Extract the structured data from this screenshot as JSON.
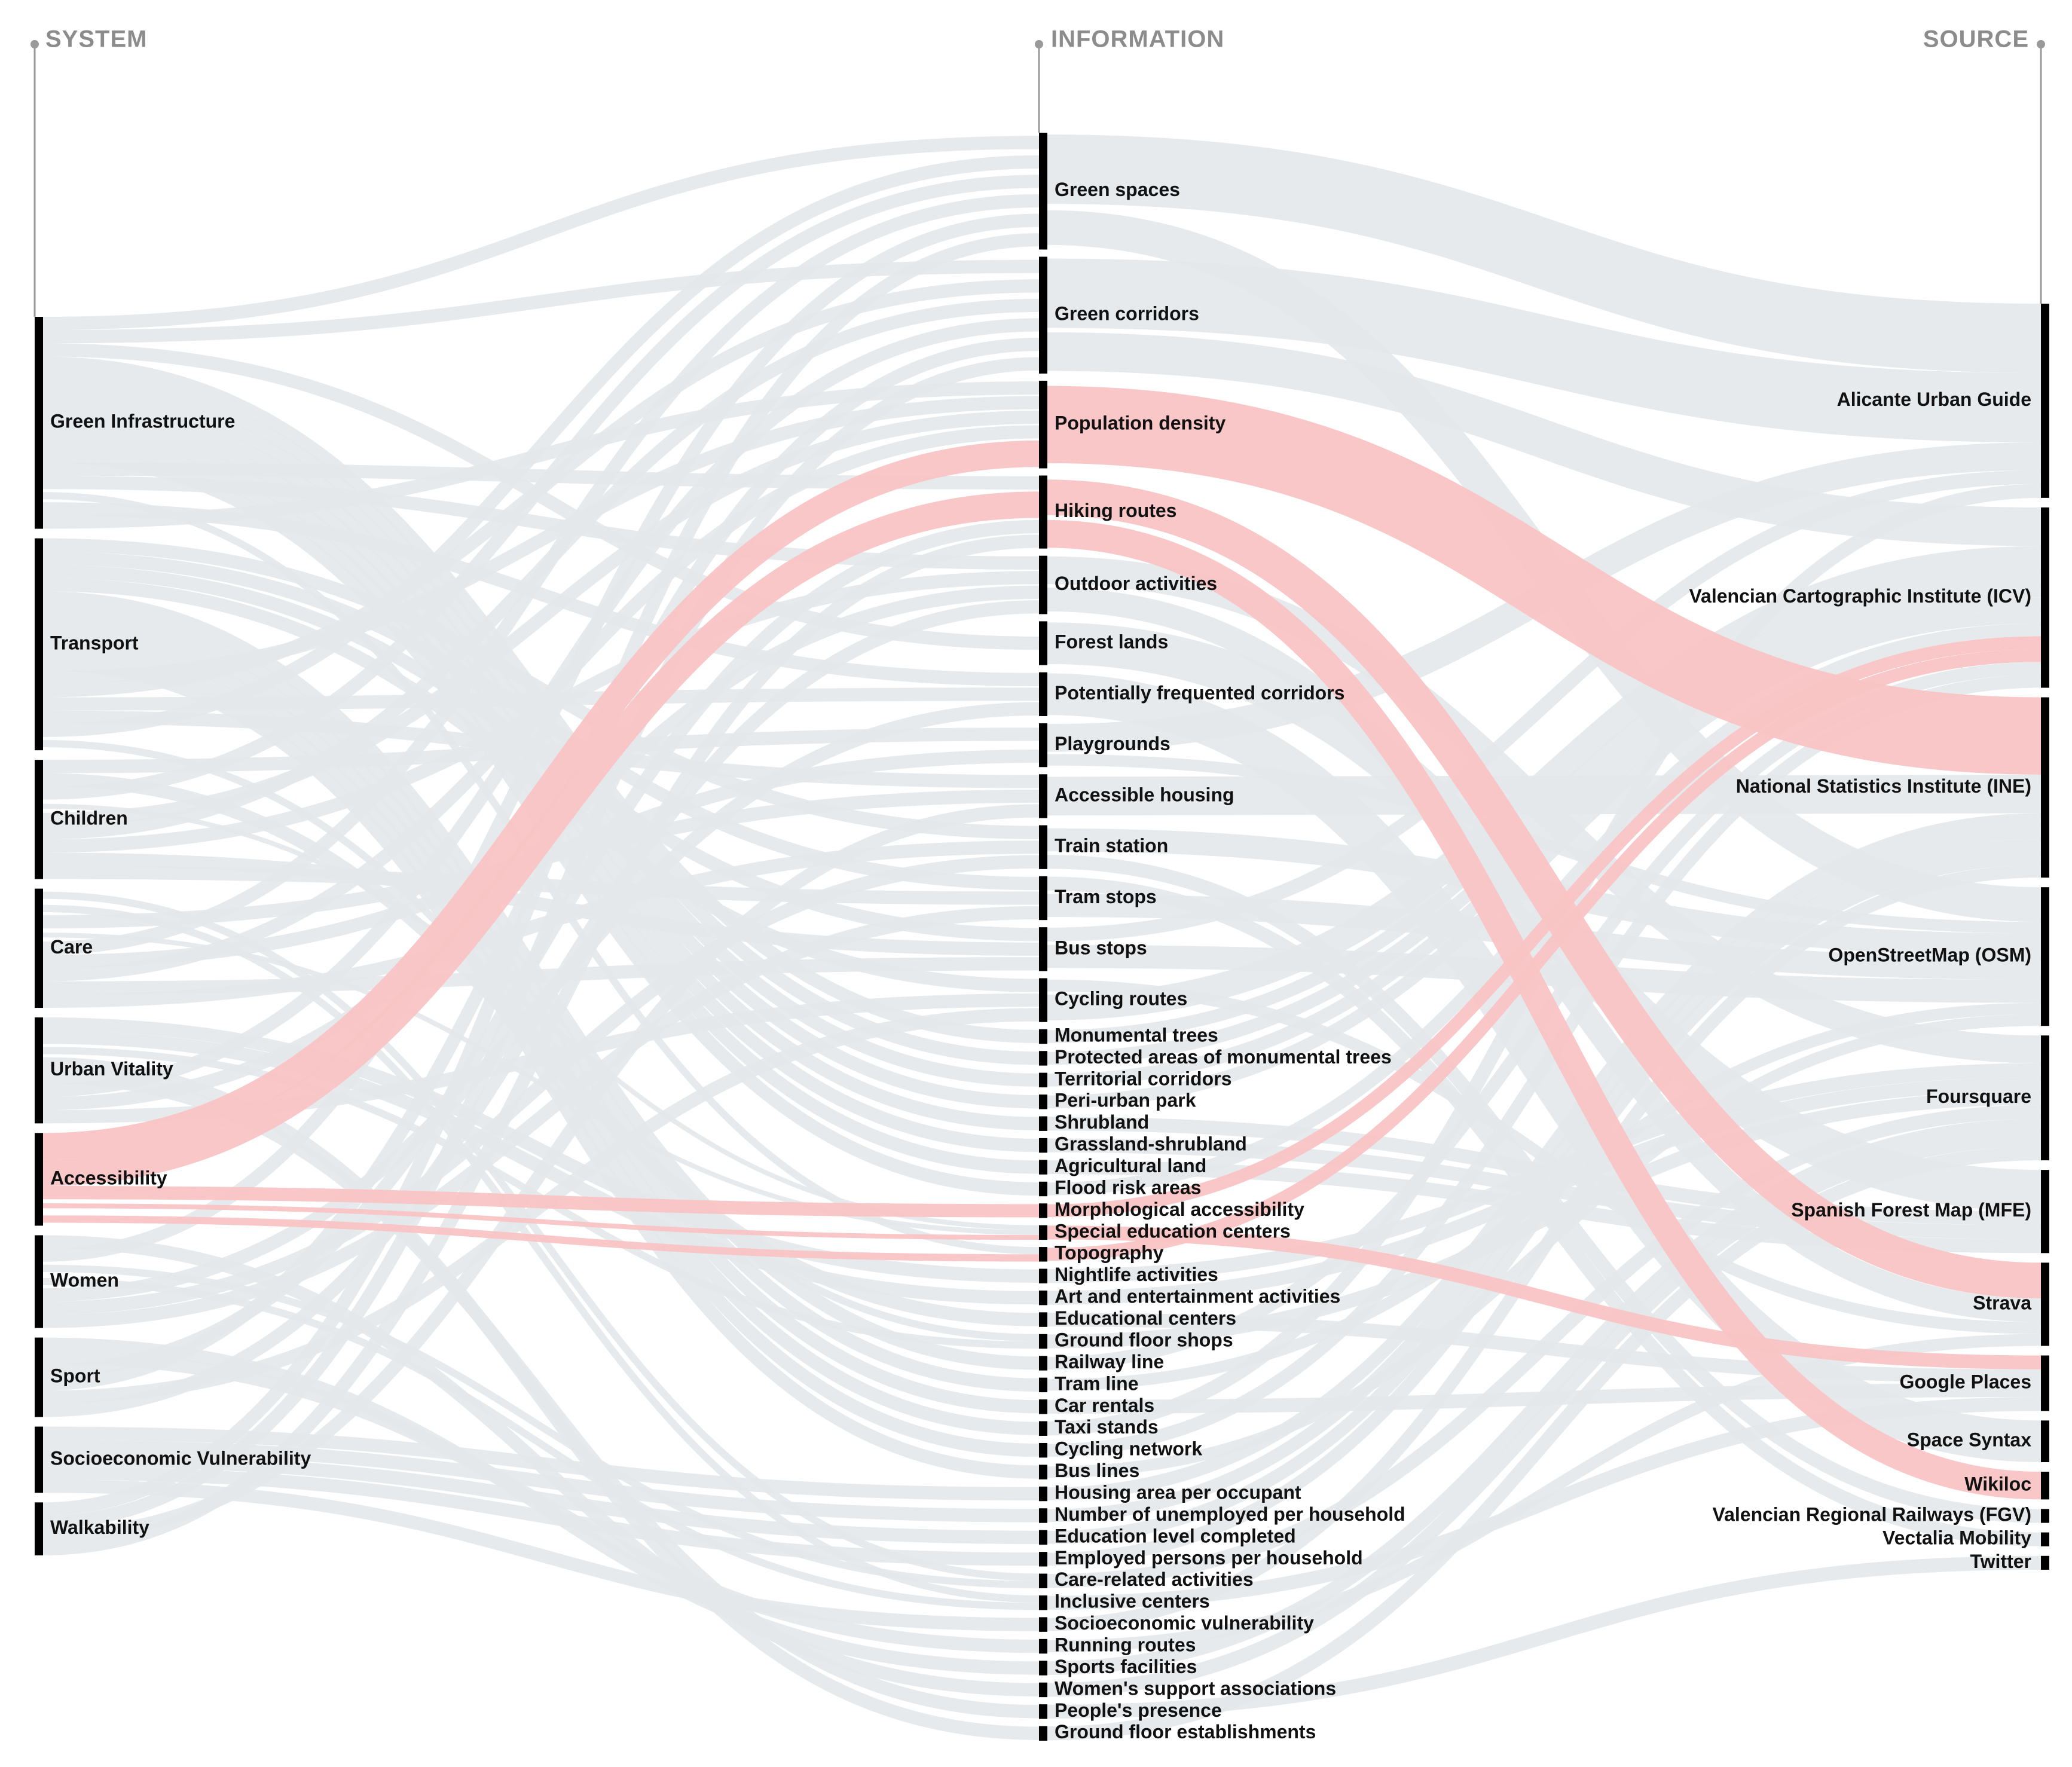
{
  "columns": [
    "SYSTEM",
    "INFORMATION",
    "SOURCE"
  ],
  "colors": {
    "flow_default": "#e3e8ea",
    "flow_highlight": "#f9c4c4",
    "node": "#000000",
    "text": "#111111",
    "header": "#8c8c8c"
  },
  "chart_data": {
    "type": "sankey",
    "highlight_system": "Accessibility",
    "systems": [
      {
        "name": "Green Infrastructure",
        "weight": 16
      },
      {
        "name": "Transport",
        "weight": 16
      },
      {
        "name": "Children",
        "weight": 9
      },
      {
        "name": "Care",
        "weight": 9
      },
      {
        "name": "Urban Vitality",
        "weight": 8
      },
      {
        "name": "Accessibility",
        "weight": 7
      },
      {
        "name": "Women",
        "weight": 7
      },
      {
        "name": "Sport",
        "weight": 6
      },
      {
        "name": "Socioeconomic Vulnerability",
        "weight": 5
      },
      {
        "name": "Walkability",
        "weight": 4
      }
    ],
    "information": [
      {
        "name": "Green spaces",
        "weight": 8
      },
      {
        "name": "Green corridors",
        "weight": 8
      },
      {
        "name": "Population density",
        "weight": 6
      },
      {
        "name": "Hiking routes",
        "weight": 5
      },
      {
        "name": "Outdoor activities",
        "weight": 4
      },
      {
        "name": "Forest lands",
        "weight": 3
      },
      {
        "name": "Potentially frequented corridors",
        "weight": 3
      },
      {
        "name": "Playgrounds",
        "weight": 3
      },
      {
        "name": "Accessible housing",
        "weight": 3
      },
      {
        "name": "Train station",
        "weight": 3
      },
      {
        "name": "Tram stops",
        "weight": 3
      },
      {
        "name": "Bus stops",
        "weight": 3
      },
      {
        "name": "Cycling routes",
        "weight": 3
      },
      {
        "name": "Monumental trees",
        "weight": 1
      },
      {
        "name": "Protected areas of monumental trees",
        "weight": 1
      },
      {
        "name": "Territorial corridors",
        "weight": 1
      },
      {
        "name": "Peri-urban park",
        "weight": 1
      },
      {
        "name": "Shrubland",
        "weight": 1
      },
      {
        "name": "Grassland-shrubland",
        "weight": 1
      },
      {
        "name": "Agricultural land",
        "weight": 1
      },
      {
        "name": "Flood risk areas",
        "weight": 1
      },
      {
        "name": "Morphological accessibility",
        "weight": 1
      },
      {
        "name": "Special education centers",
        "weight": 1
      },
      {
        "name": "Topography",
        "weight": 1
      },
      {
        "name": "Nightlife activities",
        "weight": 1
      },
      {
        "name": "Art and entertainment activities",
        "weight": 1
      },
      {
        "name": "Educational centers",
        "weight": 1
      },
      {
        "name": "Ground floor shops",
        "weight": 1
      },
      {
        "name": "Railway line",
        "weight": 1
      },
      {
        "name": "Tram line",
        "weight": 1
      },
      {
        "name": "Car rentals",
        "weight": 1
      },
      {
        "name": "Taxi stands",
        "weight": 1
      },
      {
        "name": "Cycling network",
        "weight": 1
      },
      {
        "name": "Bus lines",
        "weight": 1
      },
      {
        "name": "Housing area per occupant",
        "weight": 1
      },
      {
        "name": "Number of unemployed per household",
        "weight": 1
      },
      {
        "name": "Education level completed",
        "weight": 1
      },
      {
        "name": "Employed persons per household",
        "weight": 1
      },
      {
        "name": "Care-related activities",
        "weight": 1
      },
      {
        "name": "Inclusive centers",
        "weight": 1
      },
      {
        "name": "Socioeconomic vulnerability",
        "weight": 1
      },
      {
        "name": "Running routes",
        "weight": 1
      },
      {
        "name": "Sports facilities",
        "weight": 1
      },
      {
        "name": "Women's support associations",
        "weight": 1
      },
      {
        "name": "People's presence",
        "weight": 1
      },
      {
        "name": "Ground floor establishments",
        "weight": 1
      }
    ],
    "sources": [
      {
        "name": "Alicante Urban Guide",
        "weight": 14
      },
      {
        "name": "Valencian Cartographic Institute (ICV)",
        "weight": 13
      },
      {
        "name": "National Statistics Institute (INE)",
        "weight": 13
      },
      {
        "name": "OpenStreetMap (OSM)",
        "weight": 10
      },
      {
        "name": "Foursquare",
        "weight": 9
      },
      {
        "name": "Spanish Forest Map (MFE)",
        "weight": 6
      },
      {
        "name": "Strava",
        "weight": 6
      },
      {
        "name": "Google Places",
        "weight": 4
      },
      {
        "name": "Space Syntax",
        "weight": 3
      },
      {
        "name": "Wikiloc",
        "weight": 2
      },
      {
        "name": "Valencian Regional Railways (FGV)",
        "weight": 1
      },
      {
        "name": "Vectalia Mobility",
        "weight": 1
      },
      {
        "name": "Twitter",
        "weight": 1
      }
    ],
    "links_system_information": [
      [
        "Green Infrastructure",
        "Green spaces",
        1
      ],
      [
        "Green Infrastructure",
        "Green corridors",
        1
      ],
      [
        "Green Infrastructure",
        "Forest lands",
        1
      ],
      [
        "Green Infrastructure",
        "Monumental trees",
        1
      ],
      [
        "Green Infrastructure",
        "Protected areas of monumental trees",
        1
      ],
      [
        "Green Infrastructure",
        "Territorial corridors",
        1
      ],
      [
        "Green Infrastructure",
        "Peri-urban park",
        1
      ],
      [
        "Green Infrastructure",
        "Shrubland",
        1
      ],
      [
        "Green Infrastructure",
        "Grassland-shrubland",
        1
      ],
      [
        "Green Infrastructure",
        "Agricultural land",
        1
      ],
      [
        "Green Infrastructure",
        "Flood risk areas",
        1
      ],
      [
        "Green Infrastructure",
        "Hiking routes",
        1
      ],
      [
        "Green Infrastructure",
        "Outdoor activities",
        1
      ],
      [
        "Green Infrastructure",
        "Topography",
        1
      ],
      [
        "Green Infrastructure",
        "Potentially frequented corridors",
        1
      ],
      [
        "Green Infrastructure",
        "Population density",
        1
      ],
      [
        "Transport",
        "Train station",
        1
      ],
      [
        "Transport",
        "Tram stops",
        1
      ],
      [
        "Transport",
        "Bus stops",
        1
      ],
      [
        "Transport",
        "Cycling routes",
        1
      ],
      [
        "Transport",
        "Railway line",
        1
      ],
      [
        "Transport",
        "Tram line",
        1
      ],
      [
        "Transport",
        "Car rentals",
        1
      ],
      [
        "Transport",
        "Taxi stands",
        1
      ],
      [
        "Transport",
        "Cycling network",
        1
      ],
      [
        "Transport",
        "Bus lines",
        1
      ],
      [
        "Transport",
        "Population density",
        1
      ],
      [
        "Transport",
        "Green corridors",
        1
      ],
      [
        "Transport",
        "Potentially frequented corridors",
        1
      ],
      [
        "Transport",
        "Accessible housing",
        1
      ],
      [
        "Transport",
        "Green spaces",
        1
      ],
      [
        "Transport",
        "Ground floor shops",
        1
      ],
      [
        "Children",
        "Playgrounds",
        1
      ],
      [
        "Children",
        "Educational centers",
        1
      ],
      [
        "Children",
        "Green spaces",
        1
      ],
      [
        "Children",
        "Special education centers",
        1
      ],
      [
        "Children",
        "Population density",
        1
      ],
      [
        "Children",
        "Green corridors",
        1
      ],
      [
        "Children",
        "Outdoor activities",
        1
      ],
      [
        "Children",
        "Bus stops",
        1
      ],
      [
        "Children",
        "Tram stops",
        1
      ],
      [
        "Care",
        "Care-related activities",
        1
      ],
      [
        "Care",
        "Inclusive centers",
        1
      ],
      [
        "Care",
        "Accessible housing",
        1
      ],
      [
        "Care",
        "Special education centers",
        1
      ],
      [
        "Care",
        "Green spaces",
        1
      ],
      [
        "Care",
        "Playgrounds",
        1
      ],
      [
        "Care",
        "Population density",
        1
      ],
      [
        "Care",
        "Bus stops",
        1
      ],
      [
        "Care",
        "Train station",
        1
      ],
      [
        "Urban Vitality",
        "Nightlife activities",
        1
      ],
      [
        "Urban Vitality",
        "Art and entertainment activities",
        1
      ],
      [
        "Urban Vitality",
        "Ground floor shops",
        1
      ],
      [
        "Urban Vitality",
        "Ground floor establishments",
        1
      ],
      [
        "Urban Vitality",
        "People's presence",
        1
      ],
      [
        "Urban Vitality",
        "Green corridors",
        1
      ],
      [
        "Urban Vitality",
        "Outdoor activities",
        1
      ],
      [
        "Urban Vitality",
        "Cycling routes",
        1
      ],
      [
        "Accessibility",
        "Population density",
        2
      ],
      [
        "Accessibility",
        "Hiking routes",
        2
      ],
      [
        "Accessibility",
        "Morphological accessibility",
        1
      ],
      [
        "Accessibility",
        "Special education centers",
        1
      ],
      [
        "Accessibility",
        "Topography",
        1
      ],
      [
        "Women",
        "Women's support associations",
        1
      ],
      [
        "Women",
        "Green spaces",
        1
      ],
      [
        "Women",
        "Care-related activities",
        1
      ],
      [
        "Women",
        "Inclusive centers",
        1
      ],
      [
        "Women",
        "Potentially frequented corridors",
        1
      ],
      [
        "Women",
        "Train station",
        1
      ],
      [
        "Women",
        "Tram stops",
        1
      ],
      [
        "Sport",
        "Sports facilities",
        1
      ],
      [
        "Sport",
        "Running routes",
        1
      ],
      [
        "Sport",
        "Hiking routes",
        1
      ],
      [
        "Sport",
        "Green corridors",
        1
      ],
      [
        "Sport",
        "Cycling routes",
        1
      ],
      [
        "Sport",
        "Outdoor activities",
        1
      ],
      [
        "Socioeconomic Vulnerability",
        "Housing area per occupant",
        1
      ],
      [
        "Socioeconomic Vulnerability",
        "Number of unemployed per household",
        1
      ],
      [
        "Socioeconomic Vulnerability",
        "Education level completed",
        1
      ],
      [
        "Socioeconomic Vulnerability",
        "Employed persons per household",
        1
      ],
      [
        "Socioeconomic Vulnerability",
        "Socioeconomic vulnerability",
        1
      ],
      [
        "Walkability",
        "Green spaces",
        1
      ],
      [
        "Walkability",
        "Green corridors",
        1
      ],
      [
        "Walkability",
        "Accessible housing",
        1
      ],
      [
        "Walkability",
        "Hiking routes",
        1
      ]
    ],
    "links_information_source": [
      [
        "Green spaces",
        "Alicante Urban Guide",
        5
      ],
      [
        "Green spaces",
        "OpenStreetMap (OSM)",
        3
      ],
      [
        "Green corridors",
        "Alicante Urban Guide",
        5
      ],
      [
        "Green corridors",
        "Valencian Cartographic Institute (ICV)",
        3
      ],
      [
        "Population density",
        "National Statistics Institute (INE)",
        6
      ],
      [
        "Hiking routes",
        "Strava",
        3
      ],
      [
        "Hiking routes",
        "Wikiloc",
        2
      ],
      [
        "Outdoor activities",
        "Foursquare",
        2
      ],
      [
        "Outdoor activities",
        "Strava",
        2
      ],
      [
        "Forest lands",
        "Spanish Forest Map (MFE)",
        3
      ],
      [
        "Potentially frequented corridors",
        "Space Syntax",
        3
      ],
      [
        "Playgrounds",
        "Alicante Urban Guide",
        2
      ],
      [
        "Playgrounds",
        "OpenStreetMap (OSM)",
        1
      ],
      [
        "Accessible housing",
        "National Statistics Institute (INE)",
        3
      ],
      [
        "Train station",
        "OpenStreetMap (OSM)",
        2
      ],
      [
        "Train station",
        "Valencian Regional Railways (FGV)",
        1
      ],
      [
        "Tram stops",
        "Vectalia Mobility",
        1
      ],
      [
        "Tram stops",
        "OpenStreetMap (OSM)",
        2
      ],
      [
        "Bus stops",
        "Alicante Urban Guide",
        1
      ],
      [
        "Bus stops",
        "OpenStreetMap (OSM)",
        2
      ],
      [
        "Cycling routes",
        "Strava",
        1
      ],
      [
        "Cycling routes",
        "Valencian Cartographic Institute (ICV)",
        2
      ],
      [
        "Monumental trees",
        "Valencian Cartographic Institute (ICV)",
        1
      ],
      [
        "Protected areas of monumental trees",
        "Valencian Cartographic Institute (ICV)",
        1
      ],
      [
        "Territorial corridors",
        "Valencian Cartographic Institute (ICV)",
        1
      ],
      [
        "Peri-urban park",
        "Valencian Cartographic Institute (ICV)",
        1
      ],
      [
        "Shrubland",
        "Spanish Forest Map (MFE)",
        1
      ],
      [
        "Grassland-shrubland",
        "Spanish Forest Map (MFE)",
        1
      ],
      [
        "Agricultural land",
        "Spanish Forest Map (MFE)",
        1
      ],
      [
        "Flood risk areas",
        "Valencian Cartographic Institute (ICV)",
        1
      ],
      [
        "Morphological accessibility",
        "Valencian Cartographic Institute (ICV)",
        1
      ],
      [
        "Special education centers",
        "Google Places",
        1
      ],
      [
        "Topography",
        "Valencian Cartographic Institute (ICV)",
        1
      ],
      [
        "Nightlife activities",
        "Foursquare",
        1
      ],
      [
        "Art and entertainment activities",
        "Foursquare",
        1
      ],
      [
        "Educational centers",
        "Google Places",
        1
      ],
      [
        "Ground floor shops",
        "Foursquare",
        1
      ],
      [
        "Railway line",
        "Valencian Cartographic Institute (ICV)",
        1
      ],
      [
        "Tram line",
        "OpenStreetMap (OSM)",
        1
      ],
      [
        "Car rentals",
        "Google Places",
        1
      ],
      [
        "Taxi stands",
        "Alicante Urban Guide",
        1
      ],
      [
        "Cycling network",
        "Valencian Cartographic Institute (ICV)",
        1
      ],
      [
        "Bus lines",
        "OpenStreetMap (OSM)",
        1
      ],
      [
        "Housing area per occupant",
        "National Statistics Institute (INE)",
        1
      ],
      [
        "Number of unemployed per household",
        "National Statistics Institute (INE)",
        1
      ],
      [
        "Education level completed",
        "National Statistics Institute (INE)",
        1
      ],
      [
        "Employed persons per household",
        "National Statistics Institute (INE)",
        1
      ],
      [
        "Care-related activities",
        "Foursquare",
        1
      ],
      [
        "Inclusive centers",
        "Google Places",
        1
      ],
      [
        "Socioeconomic vulnerability",
        "National Statistics Institute (INE)",
        1
      ],
      [
        "Running routes",
        "Strava",
        1
      ],
      [
        "Sports facilities",
        "Foursquare",
        1
      ],
      [
        "Women's support associations",
        "Foursquare",
        1
      ],
      [
        "People's presence",
        "Twitter",
        1
      ],
      [
        "Ground floor establishments",
        "Foursquare",
        1
      ]
    ]
  }
}
